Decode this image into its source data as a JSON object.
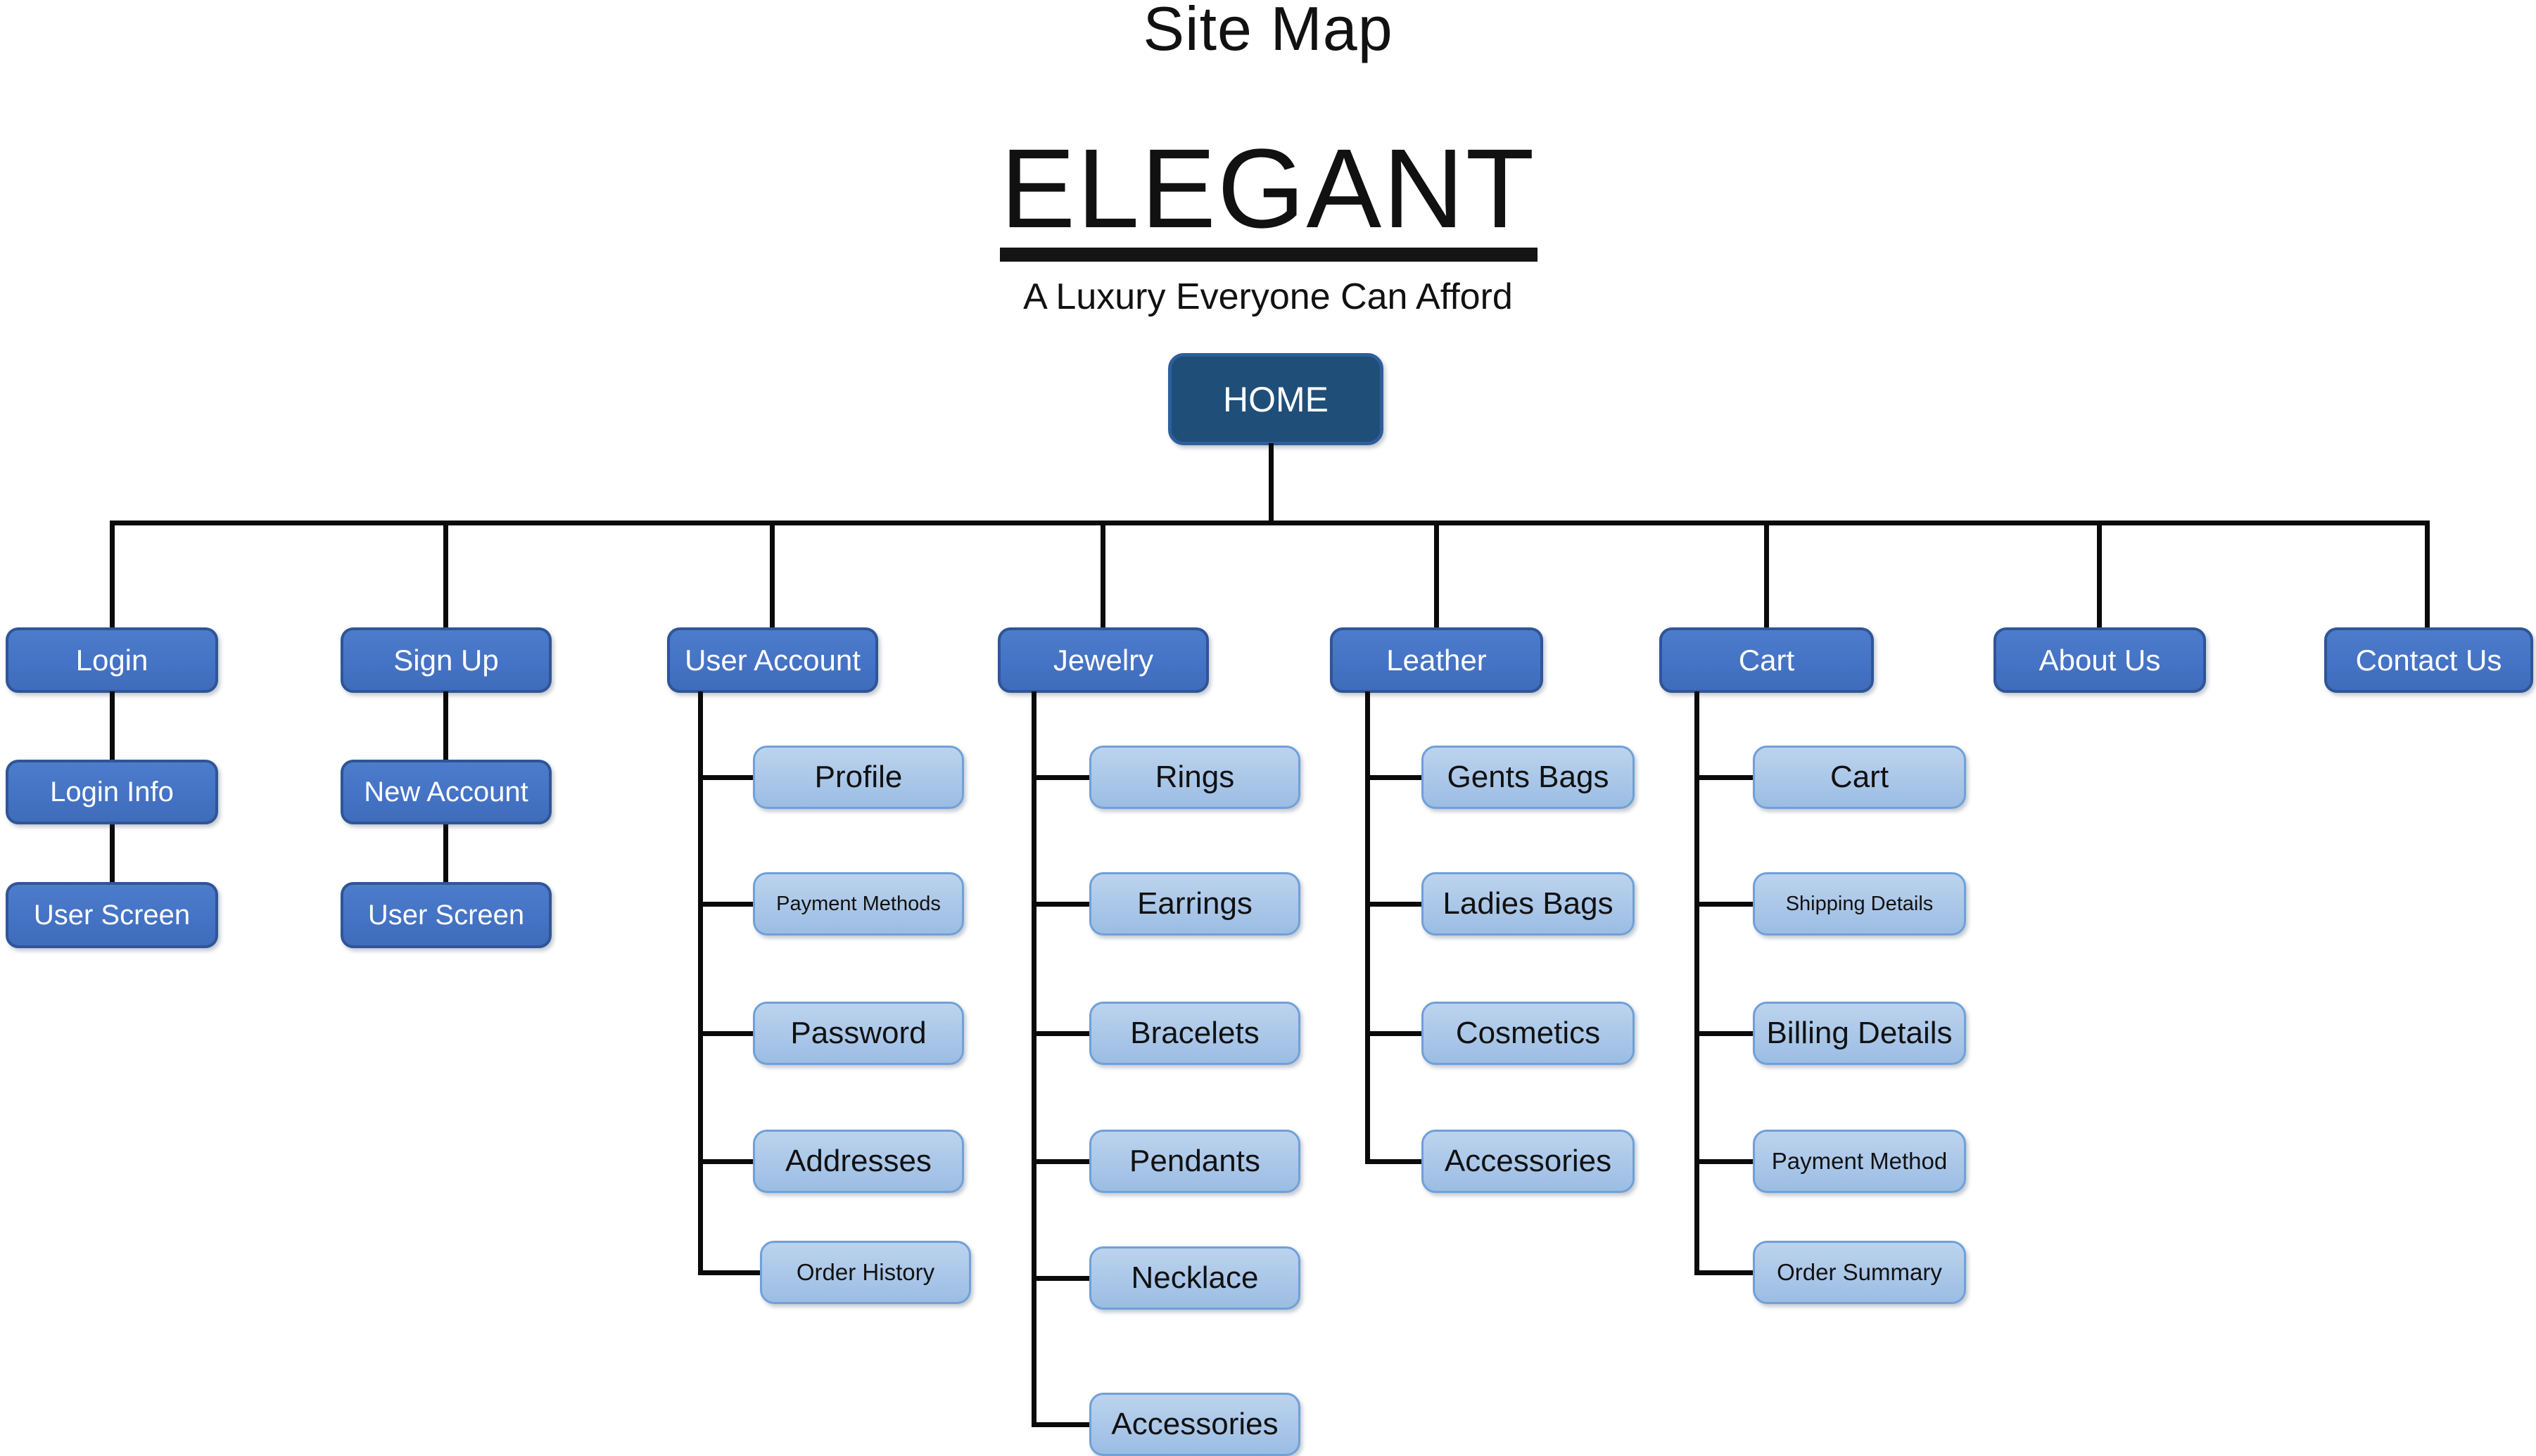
{
  "header": {
    "page_title": "Site Map",
    "brand": "ELEGANT",
    "tagline": "A Luxury Everyone Can Afford"
  },
  "root": {
    "label": "HOME"
  },
  "branches": [
    {
      "label": "Login",
      "children": [
        {
          "label": "Login Info"
        },
        {
          "label": "User Screen"
        }
      ]
    },
    {
      "label": "Sign Up",
      "children": [
        {
          "label": "New Account"
        },
        {
          "label": "User Screen"
        }
      ]
    },
    {
      "label": "User Account",
      "children": [
        {
          "label": "Profile"
        },
        {
          "label": "Payment Methods"
        },
        {
          "label": "Password"
        },
        {
          "label": "Addresses"
        },
        {
          "label": "Order History"
        }
      ]
    },
    {
      "label": "Jewelry",
      "children": [
        {
          "label": "Rings"
        },
        {
          "label": "Earrings"
        },
        {
          "label": "Bracelets"
        },
        {
          "label": "Pendants"
        },
        {
          "label": "Necklace"
        },
        {
          "label": "Accessories"
        }
      ]
    },
    {
      "label": "Leather",
      "children": [
        {
          "label": "Gents Bags"
        },
        {
          "label": "Ladies Bags"
        },
        {
          "label": "Cosmetics"
        },
        {
          "label": "Accessories"
        }
      ]
    },
    {
      "label": "Cart",
      "children": [
        {
          "label": "Cart"
        },
        {
          "label": "Shipping Details"
        },
        {
          "label": "Billing Details"
        },
        {
          "label": "Payment Method"
        },
        {
          "label": "Order Summary"
        }
      ]
    },
    {
      "label": "About Us",
      "children": []
    },
    {
      "label": "Contact Us",
      "children": []
    }
  ],
  "colors": {
    "home_fill": "#1F4E79",
    "home_border": "#2E5E9C",
    "branch_fill": "#4472C4",
    "branch_border": "#2F5597",
    "leaf_fill_top": "#BCD3EE",
    "leaf_fill_bottom": "#9BBDE3",
    "leaf_border": "#70A0D8",
    "line_color": "#0A0A0A",
    "text_dark": "#111111",
    "text_light": "#FFFFFF"
  }
}
